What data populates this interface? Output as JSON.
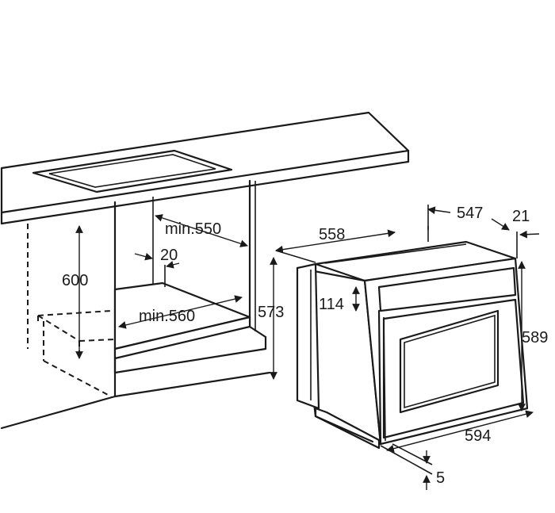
{
  "dimensions": {
    "cabinet_height": "600",
    "cabinet_min_depth": "min.550",
    "gap_20": "20",
    "cabinet_min_width": "min.560",
    "oven_depth": "558",
    "oven_depth_inner": "547",
    "front_21": "21",
    "panel_114": "114",
    "oven_height_back": "573",
    "oven_height_front": "589",
    "oven_width": "594",
    "offset_5": "5"
  }
}
